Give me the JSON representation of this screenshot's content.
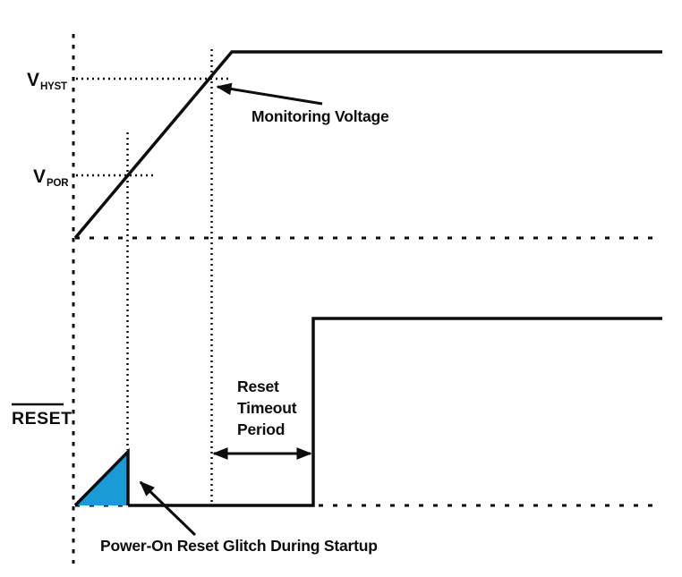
{
  "figure": {
    "background": "#ffffff",
    "line_color": "#0d0d0d",
    "glitch_fill_color": "#1b9bd5"
  },
  "labels": {
    "v_hyst": {
      "base": "V",
      "sub": "HYST"
    },
    "v_por": {
      "base": "V",
      "sub": "POR"
    },
    "reset_signal": "RESET",
    "monitoring_voltage": "Monitoring Voltage",
    "reset_timeout_line1": "Reset",
    "reset_timeout_line2": "Timeout",
    "reset_timeout_line3": "Period",
    "por_glitch": "Power-On Reset Glitch During Startup"
  },
  "semantics": {
    "top_waveform": "Monitored supply voltage ramps up from 0, crosses V_POR then V_HYST, then stays high",
    "bottom_waveform": "RESET (active low) shows a power-on glitch at startup, stays low through the reset timeout period after V_HYST is crossed, then goes high"
  }
}
